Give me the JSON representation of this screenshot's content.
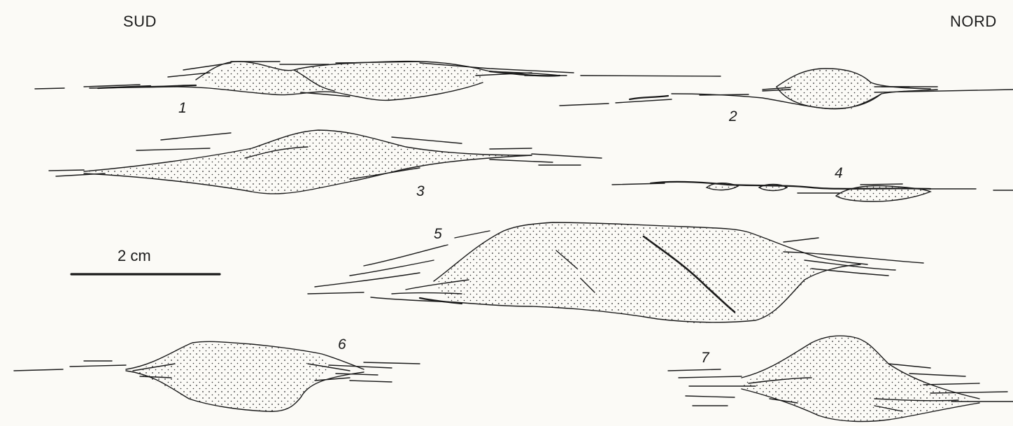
{
  "orientation": {
    "left": "SUD",
    "right": "NORD"
  },
  "scale_bar": {
    "label": "2 cm"
  },
  "lenses": [
    {
      "id": "1"
    },
    {
      "id": "2"
    },
    {
      "id": "3"
    },
    {
      "id": "4"
    },
    {
      "id": "5"
    },
    {
      "id": "6"
    },
    {
      "id": "7"
    }
  ],
  "colors": {
    "ink": "#1a1a1a",
    "paper": "#fbfaf6"
  }
}
